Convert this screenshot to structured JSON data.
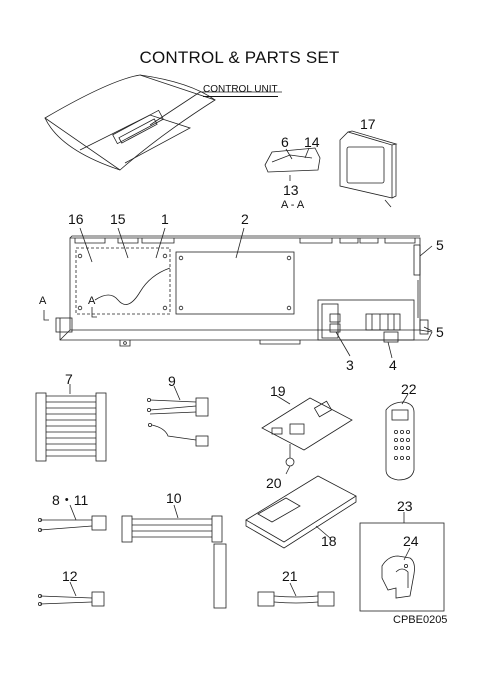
{
  "title": "CONTROL & PARTS SET",
  "control_unit_label": "CONTROL UNIT",
  "section_label": "A - A",
  "arrow_label": "A",
  "drawing_code": "CPBE0205",
  "part_numbers": {
    "p1": "1",
    "p2": "2",
    "p3": "3",
    "p4": "4",
    "p5a": "5",
    "p5b": "5",
    "p6": "6",
    "p7": "7",
    "p8_11": "8・11",
    "p9": "9",
    "p10": "10",
    "p12": "12",
    "p13": "13",
    "p14": "14",
    "p15": "15",
    "p16": "16",
    "p17": "17",
    "p18": "18",
    "p19": "19",
    "p20": "20",
    "p21": "21",
    "p22": "22",
    "p23": "23",
    "p24": "24"
  }
}
